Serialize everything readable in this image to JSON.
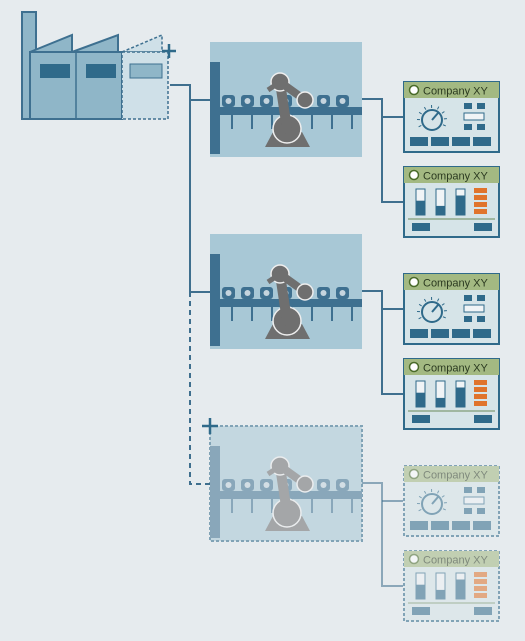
{
  "diagram": {
    "company_label": "Company XY",
    "colors": {
      "background": "#e6ebee",
      "line": "#3f6f8e",
      "factory_fill": "#8fb6c8",
      "factory_dark": "#3e7090",
      "cell_bg": "#a8c8d6",
      "robot": "#6f6f6f",
      "panel_header": "#a3b982",
      "panel_body": "#d6e4e8",
      "panel_border": "#2f6a8a",
      "accent_orange": "#e0742c"
    },
    "factory": {
      "icon": "factory-icon",
      "extension": "dashed",
      "add_symbol": "plus-icon"
    },
    "production_cells": [
      {
        "state": "existing",
        "icon": "robot-arm-icon",
        "panels": [
          {
            "type": "control-panel",
            "header_icon": "gear-icon"
          },
          {
            "type": "level-panel",
            "header_icon": "gear-icon"
          }
        ]
      },
      {
        "state": "existing",
        "icon": "robot-arm-icon",
        "panels": [
          {
            "type": "control-panel",
            "header_icon": "gear-icon"
          },
          {
            "type": "level-panel",
            "header_icon": "gear-icon"
          }
        ]
      },
      {
        "state": "planned",
        "icon": "robot-arm-icon",
        "add_symbol": "plus-icon",
        "panels": [
          {
            "type": "control-panel",
            "header_icon": "gear-icon"
          },
          {
            "type": "level-panel",
            "header_icon": "gear-icon"
          }
        ]
      }
    ]
  }
}
